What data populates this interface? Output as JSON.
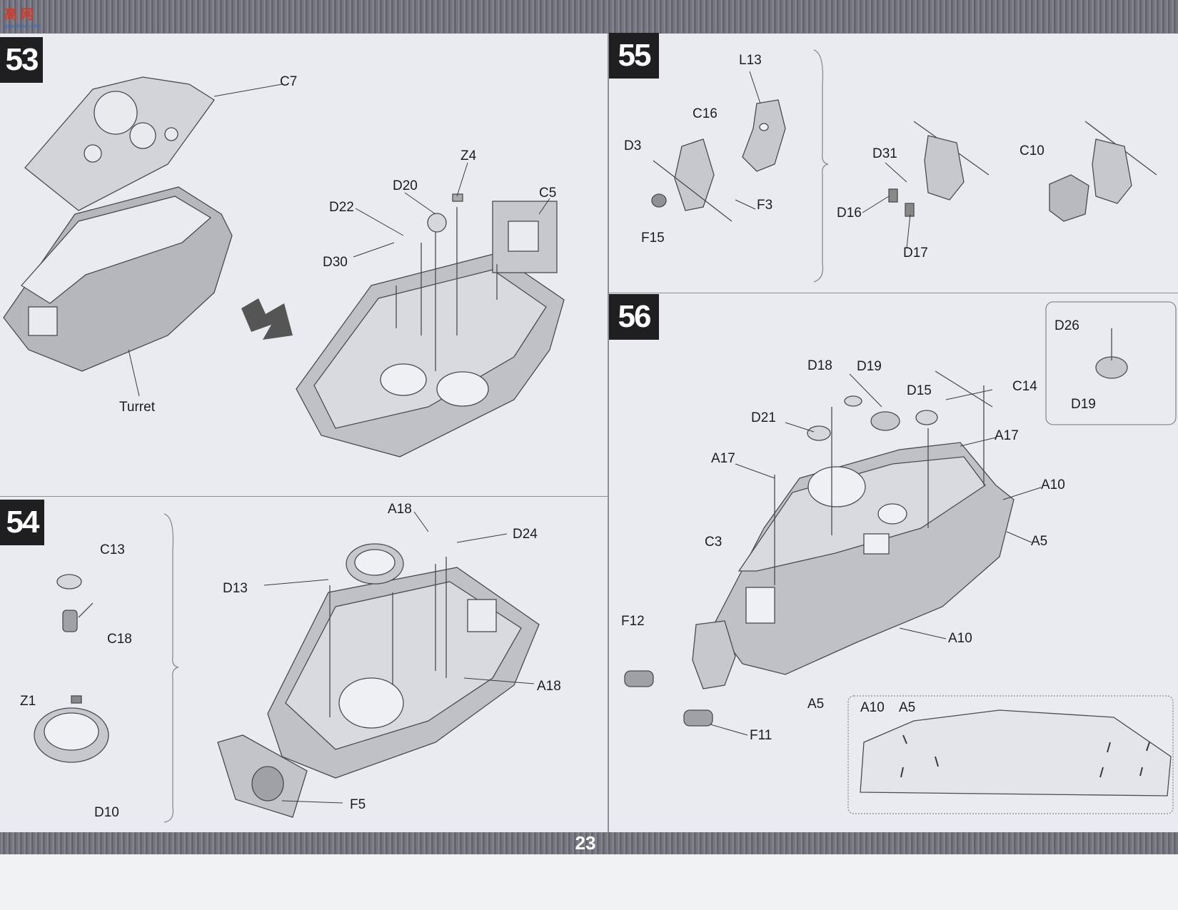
{
  "logo": {
    "text": "高 网",
    "sub": "gao-shou.com"
  },
  "page_number": "23",
  "steps": {
    "s53": {
      "number": "53",
      "labels": {
        "c7": "C7",
        "turret": "Turret",
        "z4": "Z4",
        "d20": "D20",
        "d22": "D22",
        "c5": "C5",
        "d30": "D30"
      }
    },
    "s54": {
      "number": "54",
      "labels": {
        "c13": "C13",
        "c18": "C18",
        "z1": "Z1",
        "d10": "D10",
        "a18a": "A18",
        "d24": "D24",
        "d13": "D13",
        "a18b": "A18",
        "f5": "F5"
      }
    },
    "s55": {
      "number": "55",
      "labels": {
        "l13": "L13",
        "c16": "C16",
        "d3": "D3",
        "f3": "F3",
        "f15": "F15",
        "d31": "D31",
        "d16": "D16",
        "d17": "D17",
        "c10": "C10"
      }
    },
    "s56": {
      "number": "56",
      "labels": {
        "d26": "D26",
        "d19a": "D19",
        "d18": "D18",
        "d19b": "D19",
        "d15": "D15",
        "c14": "C14",
        "d21": "D21",
        "a17a": "A17",
        "a17b": "A17",
        "a10a": "A10",
        "a5a": "A5",
        "c3": "C3",
        "f12": "F12",
        "a10b": "A10",
        "a5b": "A5",
        "f11": "F11",
        "a10c": "A10",
        "a5c": "A5"
      }
    }
  }
}
